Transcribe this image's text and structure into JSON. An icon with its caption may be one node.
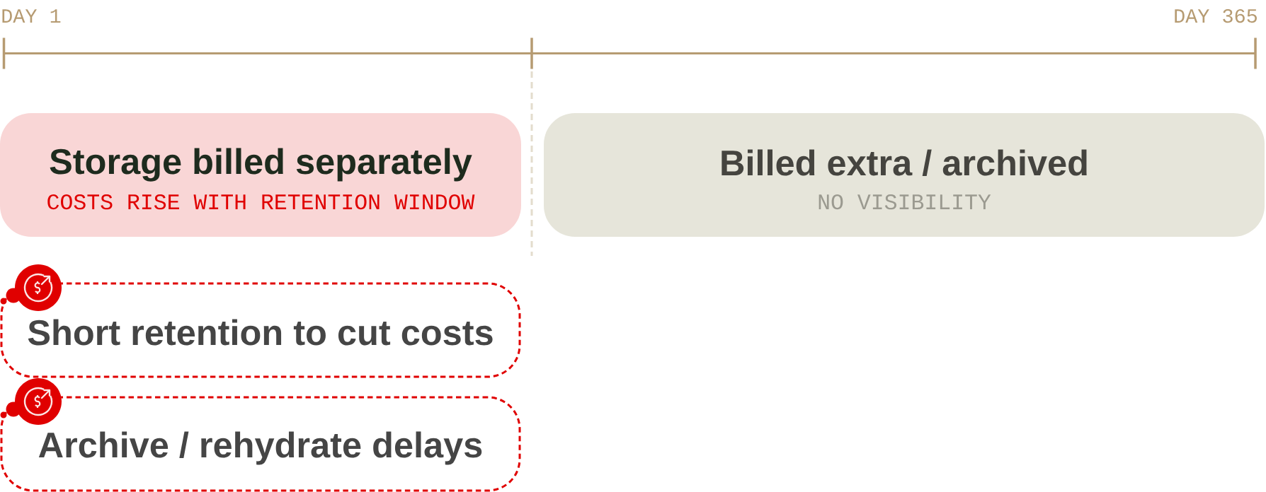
{
  "diagram": {
    "nodes": [
      {
        "text": [
          "Storage billed separately",
          "COSTS RISE WITH RETENTION WINDOW"
        ]
      },
      {
        "text": [
          "Billed extra / archived",
          "NO VISIBILITY"
        ]
      },
      {
        "text": [
          "Short retention to cut costs"
        ]
      },
      {
        "text": [
          "Archive / rehydrate delays"
        ]
      }
    ],
    "labels": [
      "DAY 1",
      "DAY 365"
    ]
  }
}
